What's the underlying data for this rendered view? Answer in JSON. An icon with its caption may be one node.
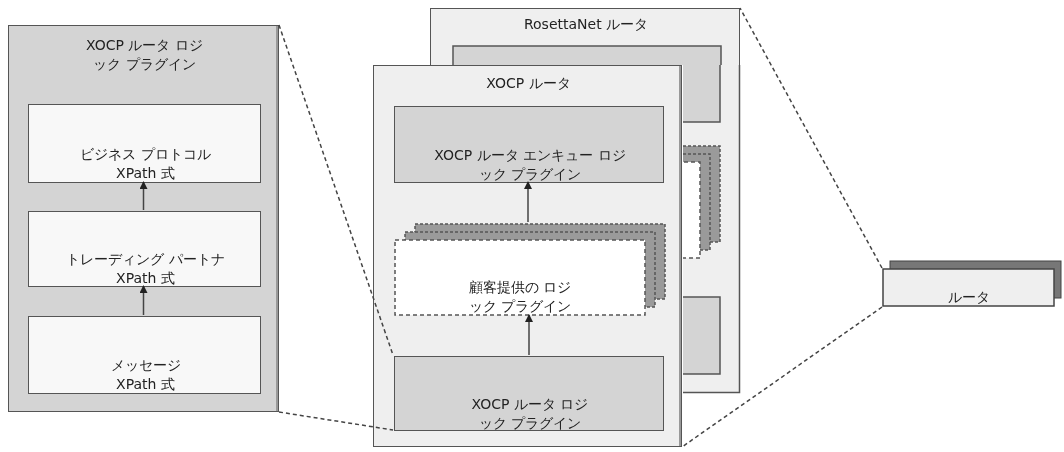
{
  "diagram": {
    "nodes": [
      {
        "text": [
          "XOCP ルータ ロジック プラグイン"
        ]
      },
      {
        "text": [
          "ビジネス プロトコル XPath 式"
        ],
        "in": 0
      },
      {
        "text": [
          "トレーディング パートナ XPath 式"
        ],
        "in": 0
      },
      {
        "text": [
          "メッセージ XPath 式"
        ],
        "in": 0
      },
      {
        "text": [
          "RosettaNet ルータ"
        ]
      },
      {
        "text": [
          "XOCP ルータ"
        ]
      },
      {
        "text": [
          "XOCP ルータ エンキュー ロジック プラグイン"
        ],
        "in": 5
      },
      {
        "text": [
          "顧客提供の ロジック プラグイン"
        ],
        "in": 5
      },
      {
        "text": [
          "XOCP ルータ ロジック プラグイン"
        ],
        "in": 5
      },
      {
        "text": [
          "ルータ"
        ]
      }
    ],
    "edges": [
      {
        "from": 2,
        "to": 1,
        "arrow": "to"
      },
      {
        "from": 3,
        "to": 2,
        "arrow": "to"
      },
      {
        "from": 7,
        "to": 6,
        "arrow": "to"
      },
      {
        "from": 8,
        "to": 7,
        "arrow": "to"
      },
      {
        "from": 0,
        "to": 8,
        "arrow": "none",
        "style": "dashed"
      },
      {
        "from": 0,
        "to": 8,
        "arrow": "none",
        "style": "dashed"
      },
      {
        "from": 9,
        "to": 4,
        "arrow": "none",
        "style": "dashed"
      },
      {
        "from": 9,
        "to": 5,
        "arrow": "none",
        "style": "dashed"
      }
    ]
  }
}
